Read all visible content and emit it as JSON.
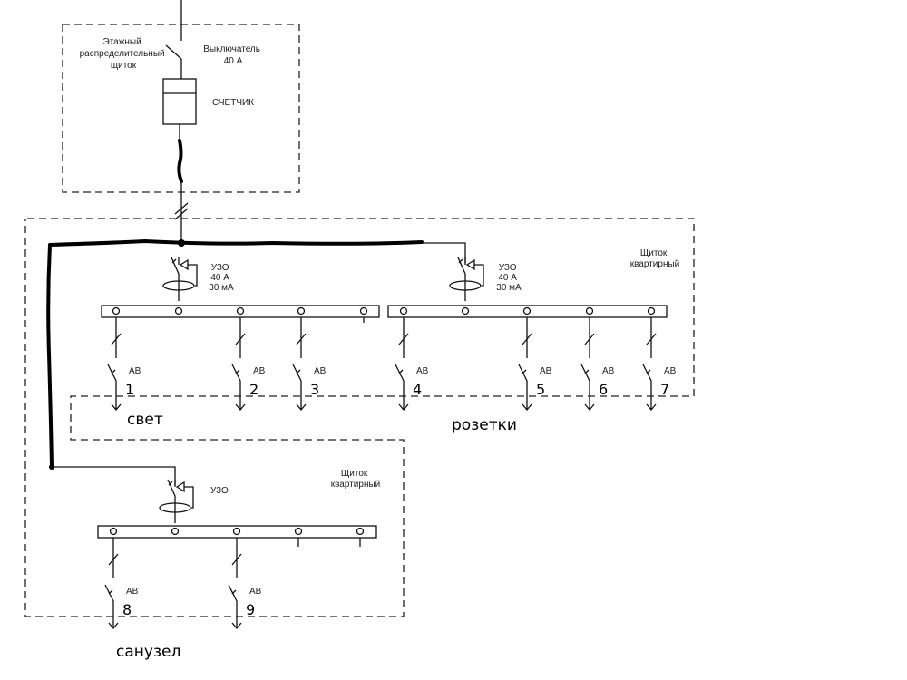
{
  "floor_panel": {
    "label_lines": [
      "Этажный",
      "распределительный",
      "щиток"
    ],
    "switch_lines": [
      "Выключатель",
      "40 А"
    ],
    "meter_label": "СЧЕТЧИК"
  },
  "apartment_panel_top": {
    "label_lines": [
      "Щиток",
      "квартирный"
    ],
    "rcd_left": [
      "УЗО",
      "40 А",
      "30 мА"
    ],
    "rcd_right": [
      "УЗО",
      "40 А",
      "30 мА"
    ],
    "breaker_label": "АВ",
    "group_light": "свет",
    "group_sockets": "розетки",
    "circuits": [
      "1",
      "2",
      "3",
      "4",
      "5",
      "6",
      "7"
    ]
  },
  "apartment_panel_bottom": {
    "label_lines": [
      "Щиток",
      "квартирный"
    ],
    "rcd": [
      "УЗО"
    ],
    "breaker_label": "АВ",
    "group_bathroom": "санузел",
    "circuits": [
      "8",
      "9"
    ]
  }
}
